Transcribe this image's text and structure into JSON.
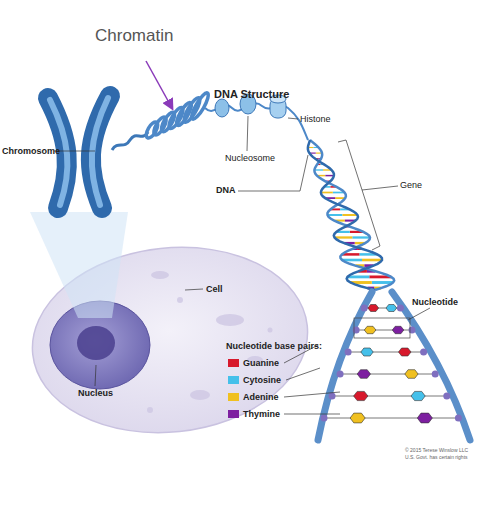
{
  "diagram": {
    "title": "DNA Structure",
    "labels": [
      "Chromatin",
      "Histone",
      "Nucleosome",
      "DNA",
      "Gene",
      "Chromosome",
      "Cell",
      "Nucleus",
      "Nucleotide",
      "Nucleotide base pairs:",
      "© 2015 Terese Winslow LLC",
      "U.S. Govt. has certain rights"
    ],
    "legend": [
      {
        "text": "Guanine",
        "color": "#d7192c"
      },
      {
        "text": "Cytosine",
        "color": "#45c0ea"
      },
      {
        "text": "Adenine",
        "color": "#f0c020"
      },
      {
        "text": "Thymine",
        "color": "#7d1fa0"
      }
    ]
  }
}
